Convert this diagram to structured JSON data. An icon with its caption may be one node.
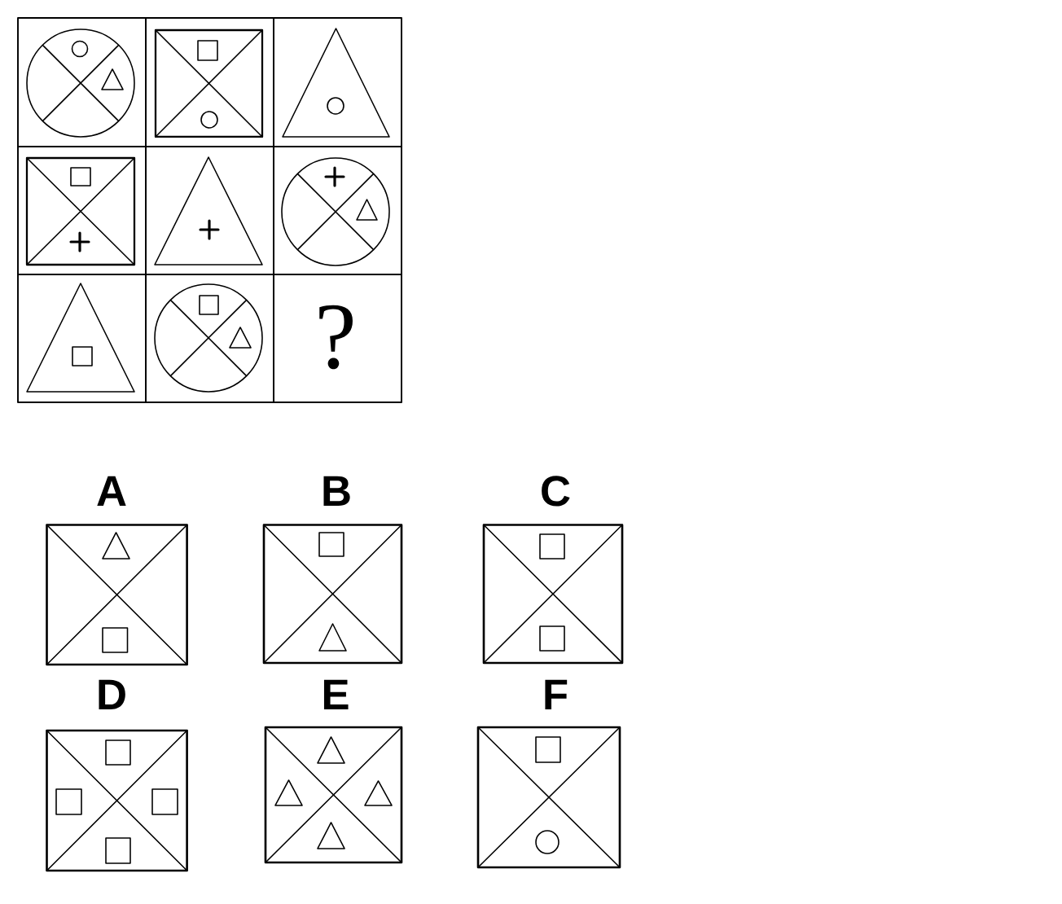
{
  "diagram": {
    "nodes": [
      {
        "text": [
          "A"
        ]
      },
      {
        "text": [
          "B"
        ]
      },
      {
        "text": [
          "C"
        ]
      },
      {
        "text": [
          "D"
        ]
      },
      {
        "text": [
          "E"
        ]
      },
      {
        "text": [
          "F"
        ]
      }
    ],
    "labels": [
      "?"
    ]
  }
}
